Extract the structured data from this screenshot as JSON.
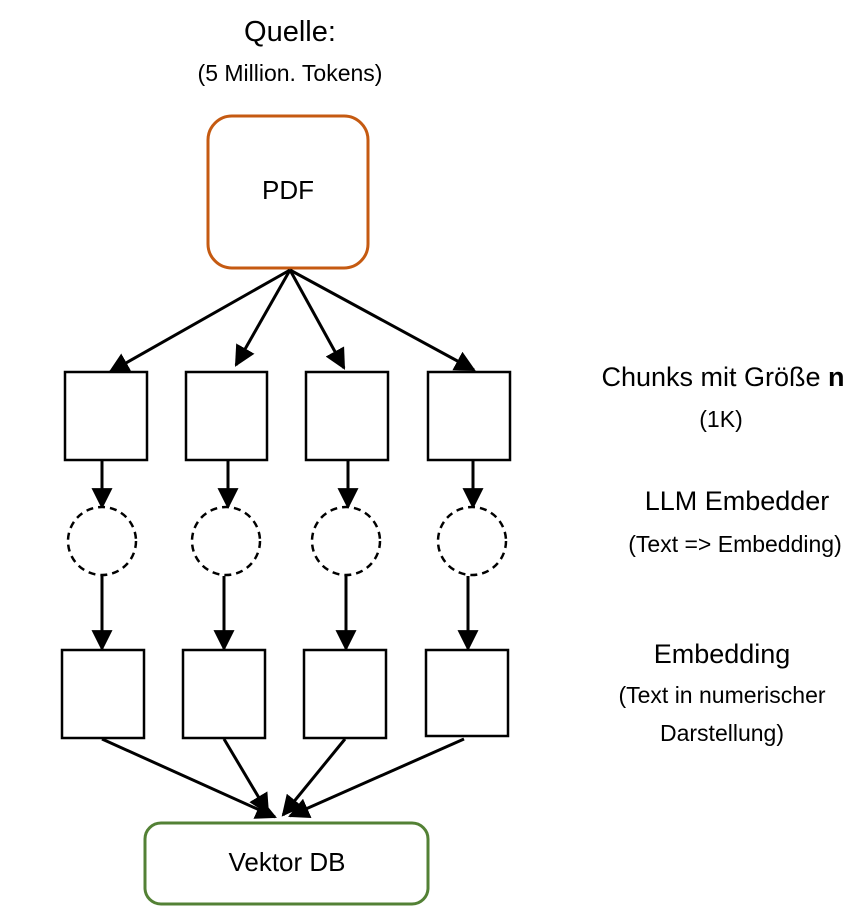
{
  "source": {
    "title": "Quelle:",
    "subtitle": "(5 Million. Tokens)",
    "node_label": "PDF",
    "border_color": "#C55A11"
  },
  "chunks": {
    "label_prefix": "Chunks mit Größe ",
    "label_bold": "n",
    "sublabel": "(1K)"
  },
  "embedder": {
    "label": "LLM Embedder",
    "sublabel": "(Text => Embedding)"
  },
  "embedding": {
    "label": "Embedding",
    "sublabel_line1": "(Text in numerischer",
    "sublabel_line2": "Darstellung)"
  },
  "target": {
    "node_label": "Vektor DB",
    "border_color": "#538135"
  },
  "colors": {
    "lines": "#000000",
    "background": "#FFFFFF"
  },
  "lane_count": 4
}
